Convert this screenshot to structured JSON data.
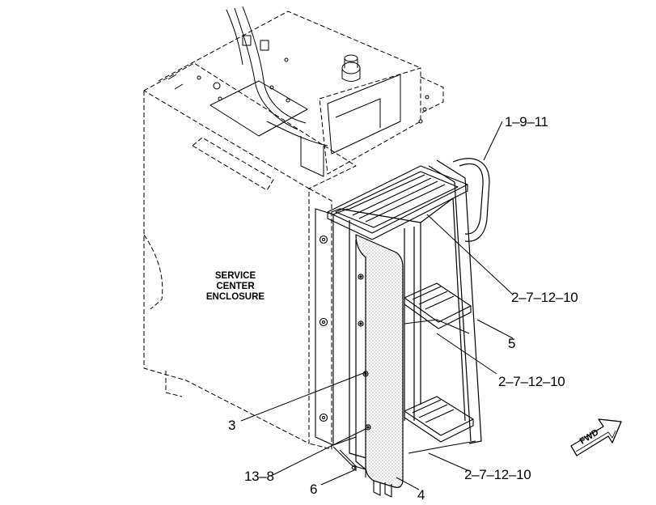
{
  "enclosure_label": [
    "SERVICE",
    "CENTER",
    "ENCLOSURE"
  ],
  "callouts": {
    "c_1_9_11": "1–9–11",
    "c_2_7_12_10_top": "2–7–12–10",
    "c_5": "5",
    "c_2_7_12_10_mid": "2–7–12–10",
    "c_3": "3",
    "c_13_8": "13–8",
    "c_6": "6",
    "c_4": "4",
    "c_2_7_12_10_bot": "2–7–12–10"
  },
  "fwd_arrow_text": "FWD"
}
